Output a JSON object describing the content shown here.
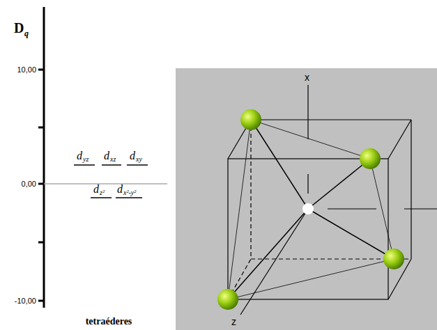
{
  "diagram": {
    "caption": "tetraéderes",
    "labels": [
      "D",
      "q",
      "10,00",
      "0,00",
      "-10,00",
      "d",
      "yz",
      "d",
      "xz",
      "d",
      "xy",
      "d",
      "z²",
      "d",
      "x²-y²",
      "x",
      "z"
    ]
  }
}
